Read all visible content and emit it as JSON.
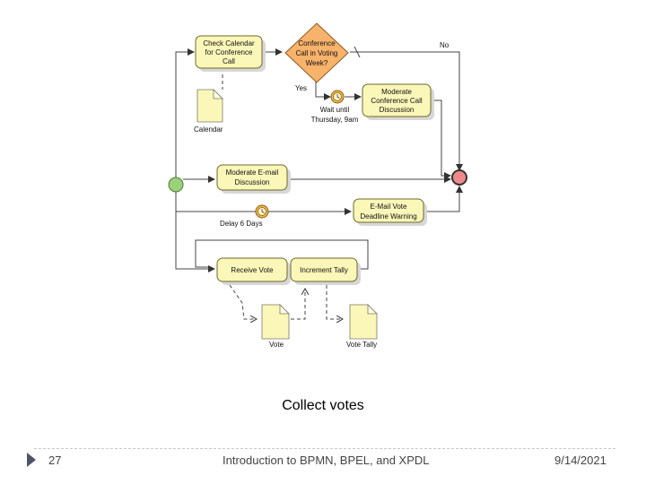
{
  "diagram": {
    "tasks": {
      "check_calendar": [
        "Check Calendar",
        "for Conference",
        "Call"
      ],
      "moderate_conf": [
        "Moderate",
        "Conference Call",
        "Discussion"
      ],
      "moderate_email": [
        "Moderate E-mail",
        "Discussion"
      ],
      "email_warning": [
        "E-Mail Vote",
        "Deadline Warning"
      ],
      "receive_vote": [
        "Receive Vote"
      ],
      "increment_tally": [
        "Increment Tally"
      ]
    },
    "gateway": [
      "Conference",
      "Call in Voting",
      "Week?"
    ],
    "gateway_no": "No",
    "gateway_yes": "Yes",
    "timer_wait": [
      "Wait until",
      "Thursday, 9am"
    ],
    "timer_delay": "Delay 6 Days",
    "docs": {
      "calendar": "Calendar",
      "vote": "Vote",
      "vote_tally": "Vote Tally"
    },
    "colors": {
      "task_fill": "#fbf7b9",
      "gateway_fill": "#f7b26b",
      "start_fill": "#9bd17a",
      "end_fill": "#f08a8a",
      "timer_fill": "#f2c23a"
    }
  },
  "caption": "Collect votes",
  "footer": {
    "page": "27",
    "title": "Introduction to BPMN, BPEL, and XPDL",
    "date": "9/14/2021"
  }
}
